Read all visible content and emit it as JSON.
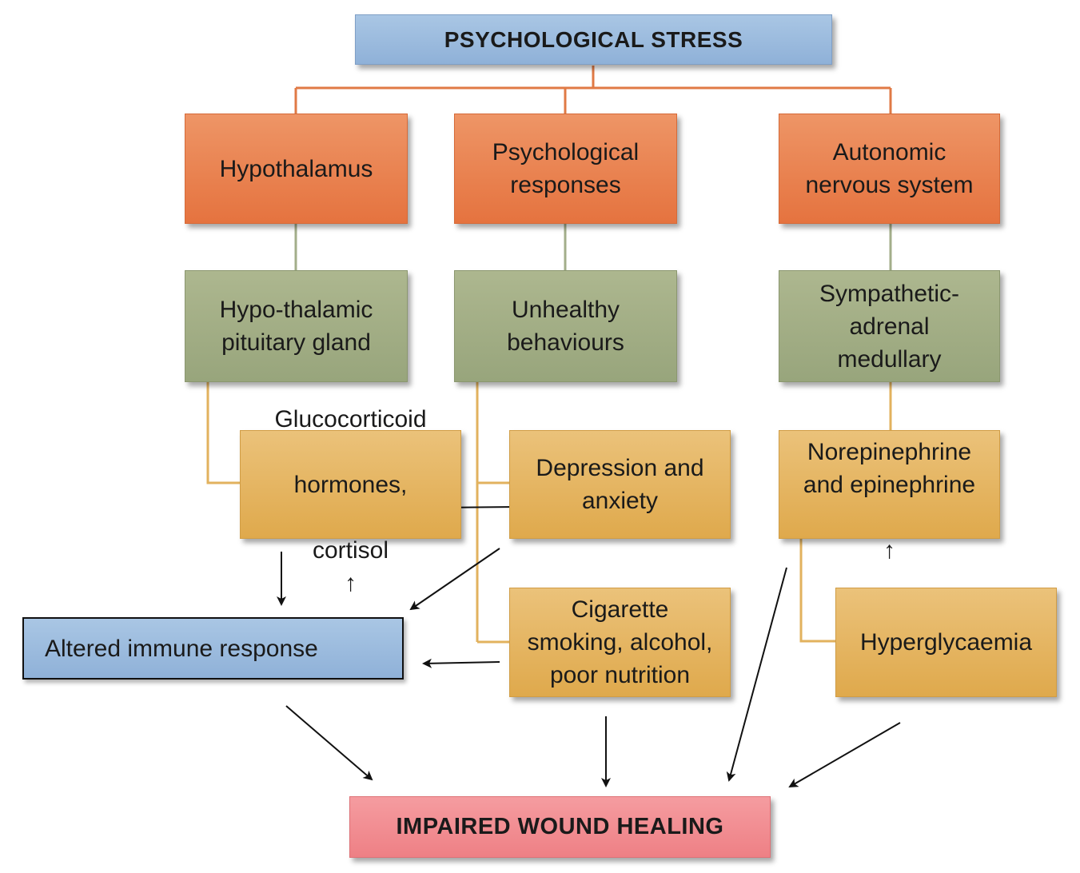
{
  "nodes": {
    "psychological_stress": "PSYCHOLOGICAL STRESS",
    "hypothalamus": "Hypothalamus",
    "psychological_responses": "Psychological\nresponses",
    "autonomic_nervous_system": "Autonomic\nnervous system",
    "hypothalamic_pituitary": "Hypo-thalamic\npituitary gland",
    "unhealthy_behaviours": "Unhealthy\nbehaviours",
    "sympathetic_adrenal": "Sympathetic-\nadrenal\nmedullary",
    "glucocorticoid_line1": "Glucocorticoid",
    "glucocorticoid_line2": "hormones,",
    "glucocorticoid_line3": "cortisol",
    "depression_anxiety": "Depression and\nanxiety",
    "norepinephrine": "Norepinephrine\nand epinephrine",
    "altered_immune": "Altered immune response",
    "cigarette": "Cigarette\nsmoking, alcohol,\npoor nutrition",
    "hyperglycaemia": "Hyperglycaemia",
    "impaired_wound_healing": "IMPAIRED WOUND HEALING"
  },
  "glyphs": {
    "increase_arrow": "↑"
  },
  "colors": {
    "blue": "#9dbbe0",
    "orange": "#e8804c",
    "green": "#a1ad84",
    "gold": "#e4b560",
    "pink": "#f18c90",
    "orange_line": "#e07a45",
    "green_line": "#a3ae8a",
    "gold_line": "#e2b25e",
    "arrow": "#111111"
  }
}
